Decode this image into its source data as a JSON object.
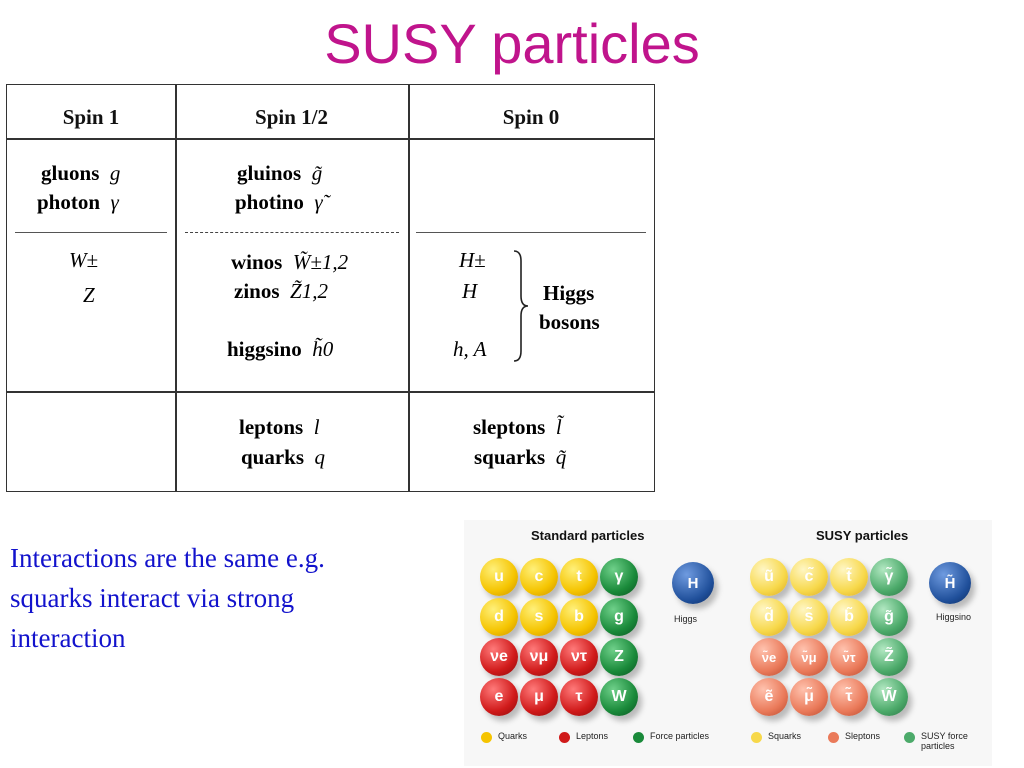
{
  "title": "SUSY particles",
  "table": {
    "headers": [
      "Spin 1",
      "Spin 1/2",
      "Spin 0"
    ],
    "spin1": {
      "gluons": "gluons",
      "g": "g",
      "photon": "photon",
      "gamma": "γ",
      "W": "W±",
      "Z": "Z"
    },
    "spin_half": {
      "gluinos": "gluinos",
      "g_tilde": "g̃",
      "photino": "photino",
      "gamma_tilde": "γ̃",
      "winos": "winos",
      "W_tilde": "W̃±1,2",
      "zinos": "zinos",
      "Z_tilde": "Z̃1,2",
      "higgsino": "higgsino",
      "h_tilde": "h̃0",
      "leptons": "leptons",
      "l": "l",
      "quarks": "quarks",
      "q": "q"
    },
    "spin0": {
      "H_pm": "H±",
      "H": "H",
      "hA": "h,  A",
      "higgs": "Higgs",
      "bosons": "bosons",
      "sleptons": "sleptons",
      "l_tilde": "l̃",
      "squarks": "squarks",
      "q_tilde": "q̃"
    }
  },
  "note": "Interactions are the same e.g. squarks interact via strong interaction",
  "figure": {
    "standard_title": "Standard particles",
    "susy_title": "SUSY particles",
    "standard_grid": [
      [
        "u",
        "c",
        "t",
        "γ"
      ],
      [
        "d",
        "s",
        "b",
        "g"
      ],
      [
        "νe",
        "νμ",
        "ντ",
        "Z"
      ],
      [
        "e",
        "μ",
        "τ",
        "W"
      ]
    ],
    "susy_grid": [
      [
        "ũ",
        "c̃",
        "t̃",
        "γ̃"
      ],
      [
        "d̃",
        "s̃",
        "b̃",
        "g̃"
      ],
      [
        "ν̃e",
        "ν̃μ",
        "ν̃τ",
        "Z̃"
      ],
      [
        "ẽ",
        "μ̃",
        "τ̃",
        "W̃"
      ]
    ],
    "higgs_label": "H",
    "higgs_caption": "Higgs",
    "higgsino_label": "H̃",
    "higgsino_caption": "Higgsino",
    "legend_std": [
      "Quarks",
      "Leptons",
      "Force particles"
    ],
    "legend_susy": [
      "Squarks",
      "Sleptons",
      "SUSY force particles"
    ],
    "colors": {
      "quark": "#f5c400",
      "lepton": "#d01a1a",
      "force": "#1a8a3a",
      "higgs": "#1f4f9a",
      "squark": "#f7d84a",
      "slepton": "#ea7a5a",
      "sforce": "#4caa6a"
    }
  }
}
